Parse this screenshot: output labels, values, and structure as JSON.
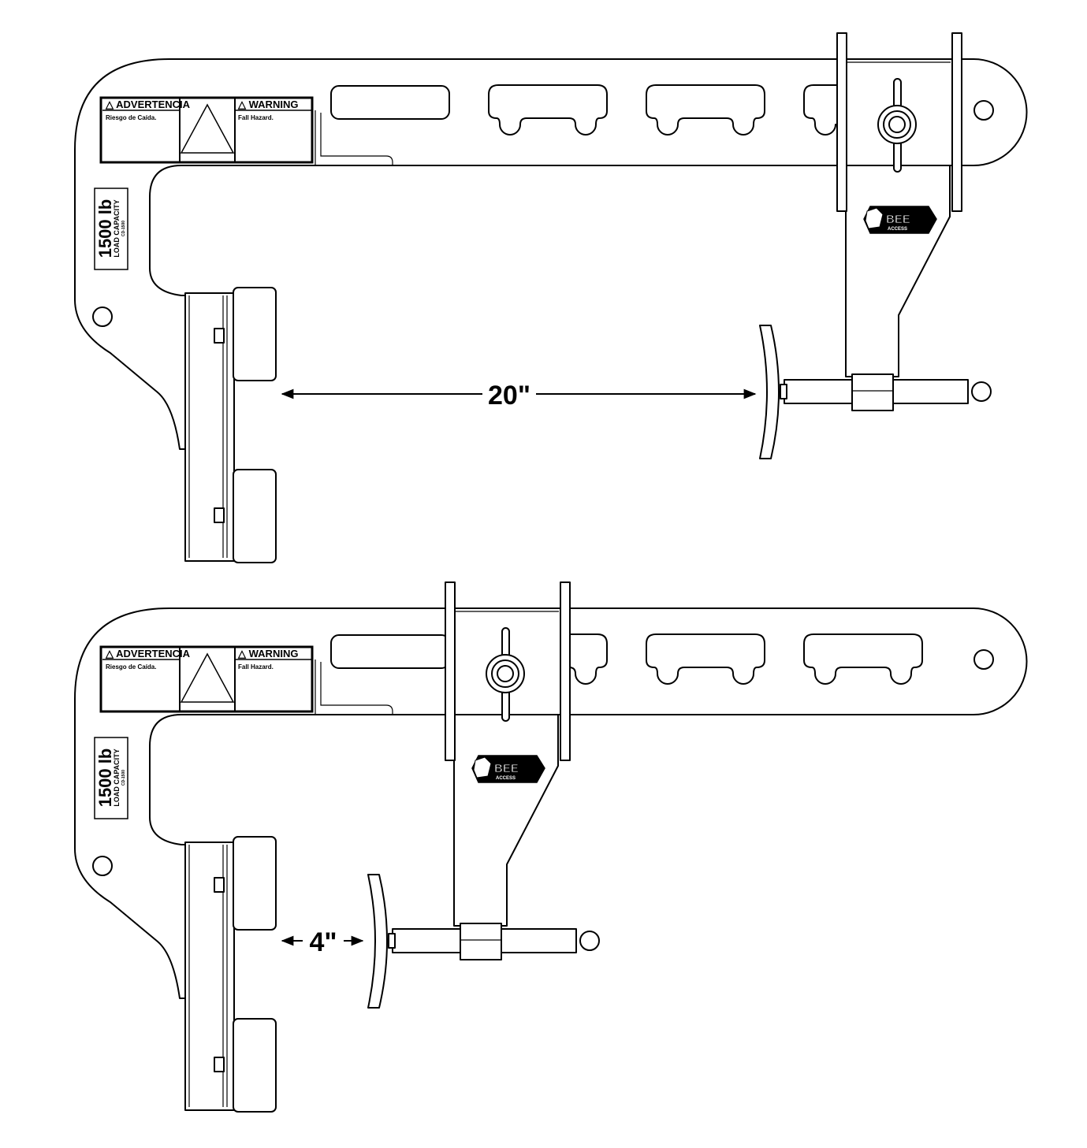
{
  "diagram": {
    "warning_label": {
      "spanish_title": "△ ADVERTENCIA",
      "spanish_text": "Riesgo de Caída.",
      "english_title": "△ WARNING",
      "english_text": "Fall Hazard."
    },
    "capacity_label": {
      "weight": "1500 lb",
      "caption": "LOAD CAPACITY",
      "code": "CD-1500"
    },
    "logo": {
      "name": "BEE",
      "sub": "ACCESS"
    },
    "views": [
      {
        "id": "extended",
        "dimension": "20\""
      },
      {
        "id": "retracted",
        "dimension": "4\""
      }
    ]
  }
}
